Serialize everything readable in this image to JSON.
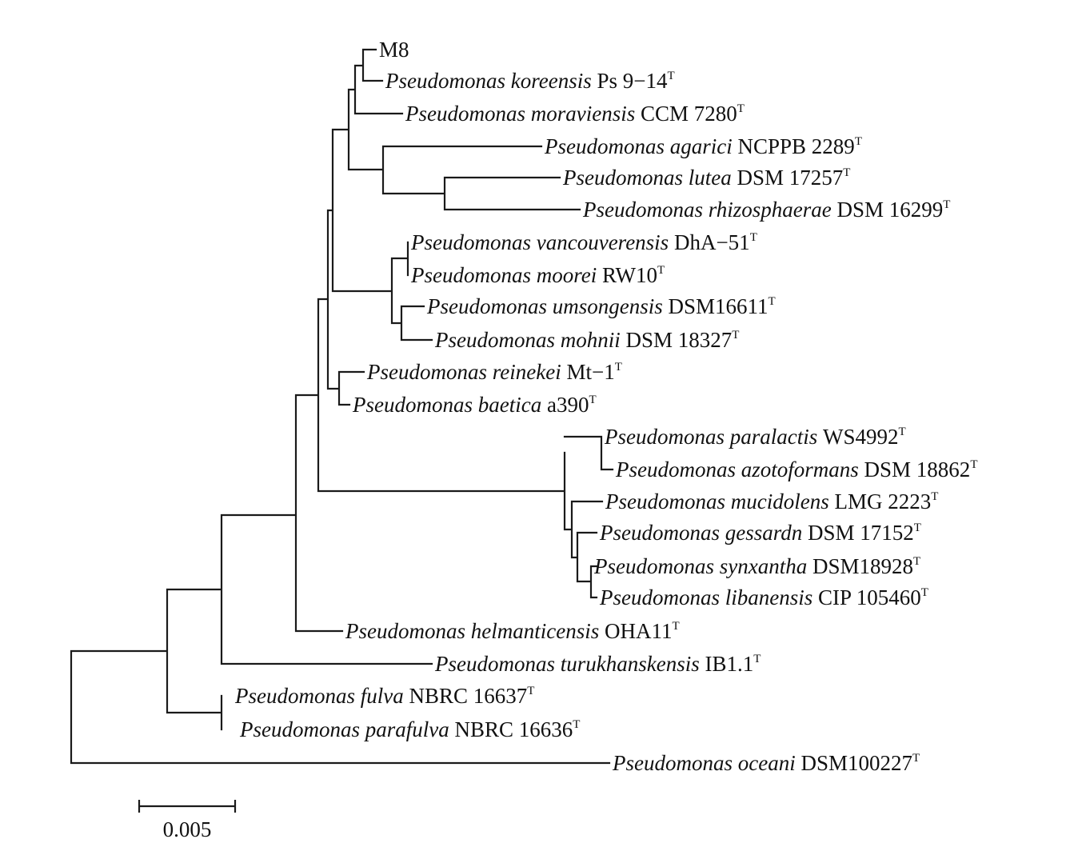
{
  "tree": {
    "leaves": [
      {
        "id": "m8",
        "label": "M8",
        "genus": "",
        "species": "",
        "strain": "M8",
        "type_strain": false
      },
      {
        "id": "koreensis",
        "genus": "Pseudomonas",
        "species": "koreensis",
        "strain": "Ps 9−14",
        "type_strain": true
      },
      {
        "id": "moraviensis",
        "genus": "Pseudomonas",
        "species": "moraviensis",
        "strain": "CCM 7280",
        "type_strain": true
      },
      {
        "id": "agarici",
        "genus": "Pseudomonas",
        "species": "agarici",
        "strain": "NCPPB 2289",
        "type_strain": true
      },
      {
        "id": "lutea",
        "genus": "Pseudomonas",
        "species": "lutea",
        "strain": "DSM 17257",
        "type_strain": true
      },
      {
        "id": "rhizosphaerae",
        "genus": "Pseudomonas",
        "species": "rhizosphaerae",
        "strain": "DSM 16299",
        "type_strain": true
      },
      {
        "id": "vancouverensis",
        "genus": "Pseudomonas",
        "species": "vancouverensis",
        "strain": "DhA−51",
        "type_strain": true
      },
      {
        "id": "moorei",
        "genus": "Pseudomonas",
        "species": "moorei",
        "strain": "RW10",
        "type_strain": true
      },
      {
        "id": "umsongensis",
        "genus": "Pseudomonas",
        "species": "umsongensis",
        "strain": "DSM16611",
        "type_strain": true
      },
      {
        "id": "mohnii",
        "genus": "Pseudomonas",
        "species": "mohnii",
        "strain": "DSM 18327",
        "type_strain": true
      },
      {
        "id": "reinekei",
        "genus": "Pseudomonas",
        "species": "reinekei",
        "strain": "Mt−1",
        "type_strain": true
      },
      {
        "id": "baetica",
        "genus": "Pseudomonas",
        "species": "baetica",
        "strain": "a390",
        "type_strain": true
      },
      {
        "id": "paralactis",
        "genus": "Pseudomonas",
        "species": "paralactis",
        "strain": "WS4992",
        "type_strain": true
      },
      {
        "id": "azotoformans",
        "genus": "Pseudomonas",
        "species": "azotoformans",
        "strain": "DSM 18862",
        "type_strain": true
      },
      {
        "id": "mucidolens",
        "genus": "Pseudomonas",
        "species": "mucidolens",
        "strain": "LMG 2223",
        "type_strain": true
      },
      {
        "id": "gessardn",
        "genus": "Pseudomonas",
        "species": "gessardn",
        "strain": "DSM 17152",
        "type_strain": true
      },
      {
        "id": "synxantha",
        "genus": "Pseudomonas",
        "species": "synxantha",
        "strain": "DSM18928",
        "type_strain": true
      },
      {
        "id": "libanensis",
        "genus": "Pseudomonas",
        "species": "libanensis",
        "strain": "CIP 105460",
        "type_strain": true
      },
      {
        "id": "helmanticensis",
        "genus": "Pseudomonas",
        "species": "helmanticensis",
        "strain": "OHA11",
        "type_strain": true
      },
      {
        "id": "turukhanskensis",
        "genus": "Pseudomonas",
        "species": "turukhanskensis",
        "strain": "IB1.1",
        "type_strain": true
      },
      {
        "id": "fulva",
        "genus": "Pseudomonas",
        "species": "fulva",
        "strain": "NBRC 16637",
        "type_strain": true
      },
      {
        "id": "parafulva",
        "genus": "Pseudomonas",
        "species": "parafulva",
        "strain": "NBRC 16636",
        "type_strain": true
      },
      {
        "id": "oceani",
        "genus": "Pseudomonas",
        "species": "oceani",
        "strain": "DSM100227",
        "type_strain": true
      }
    ],
    "type_superscript": "T",
    "scale_bar_label": "0.005",
    "line_color": "#1a1a1a"
  }
}
